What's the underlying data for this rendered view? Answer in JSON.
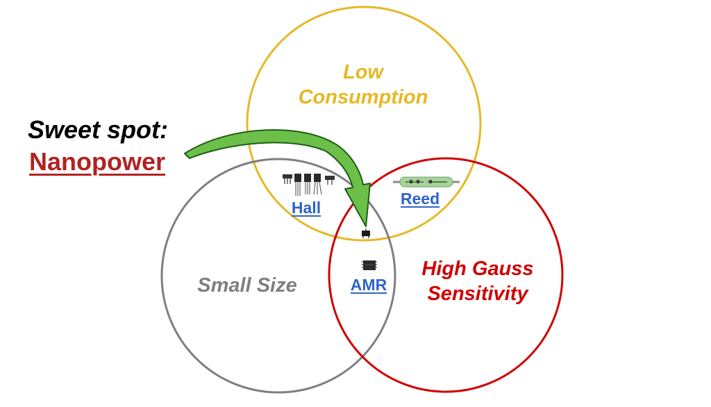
{
  "slide": {
    "heading": "Sweet spot:",
    "highlight": "Nanopower"
  },
  "circles": [
    {
      "id": "low-consumption",
      "label_lines": [
        "Low",
        "Consumption"
      ],
      "color": "#e6b825"
    },
    {
      "id": "small-size",
      "label_lines": [
        "Small Size"
      ],
      "color": "#7f7f7f"
    },
    {
      "id": "high-gauss-sensitivity",
      "label_lines": [
        "High Gauss",
        "Sensitivity"
      ],
      "color": "#d00000"
    }
  ],
  "sensors": {
    "hall": "Hall",
    "reed": "Reed",
    "amr": "AMR"
  },
  "colors": {
    "link": "#2e64c8",
    "highlight": "#b22222",
    "arrow_fill": "#6cc04a",
    "arrow_stroke": "#1e5e14"
  },
  "icons": [
    "hall-sensor-packages-icon",
    "reed-switch-icon",
    "sot23-chip-icon",
    "soic8-chip-icon",
    "curved-arrow-icon"
  ]
}
